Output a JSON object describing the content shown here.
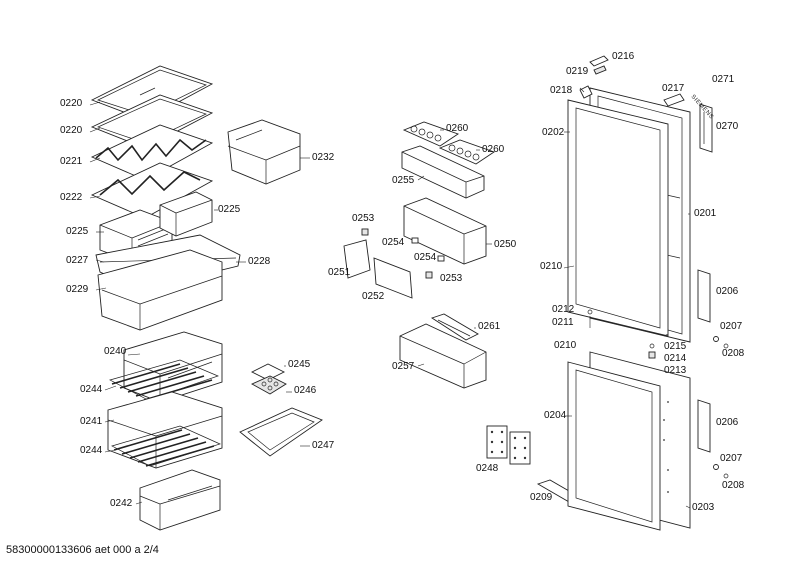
{
  "labels": {
    "l0220a": "0220",
    "l0220b": "0220",
    "l0221": "0221",
    "l0222": "0222",
    "l0225a": "0225",
    "l0225b": "0225",
    "l0227": "0227",
    "l0228": "0228",
    "l0229": "0229",
    "l0232": "0232",
    "l0240": "0240",
    "l0244a": "0244",
    "l0241": "0241",
    "l0244b": "0244",
    "l0242": "0242",
    "l0245": "0245",
    "l0246": "0246",
    "l0247": "0247",
    "l0260a": "0260",
    "l0260b": "0260",
    "l0255": "0255",
    "l0253a": "0253",
    "l0254a": "0254",
    "l0250": "0250",
    "l0251": "0251",
    "l0254b": "0254",
    "l0253b": "0253",
    "l0252": "0252",
    "l0261": "0261",
    "l0257": "0257",
    "l0248": "0248",
    "l0209": "0209",
    "l0216": "0216",
    "l0219": "0219",
    "l0218": "0218",
    "l0217": "0217",
    "l0271": "0271",
    "l0202": "0202",
    "l0270": "0270",
    "l0201": "0201",
    "l0210a": "0210",
    "l0206a": "0206",
    "l0212": "0212",
    "l0211": "0211",
    "l0207a": "0207",
    "l0208a": "0208",
    "l0210b": "0210",
    "l0215": "0215",
    "l0214": "0214",
    "l0213": "0213",
    "l0204": "0204",
    "l0206b": "0206",
    "l0207b": "0207",
    "l0208b": "0208",
    "l0203": "0203"
  },
  "brand_mark": "SIEMENS",
  "footer": "58300000133606 aet 000 a 2/4"
}
